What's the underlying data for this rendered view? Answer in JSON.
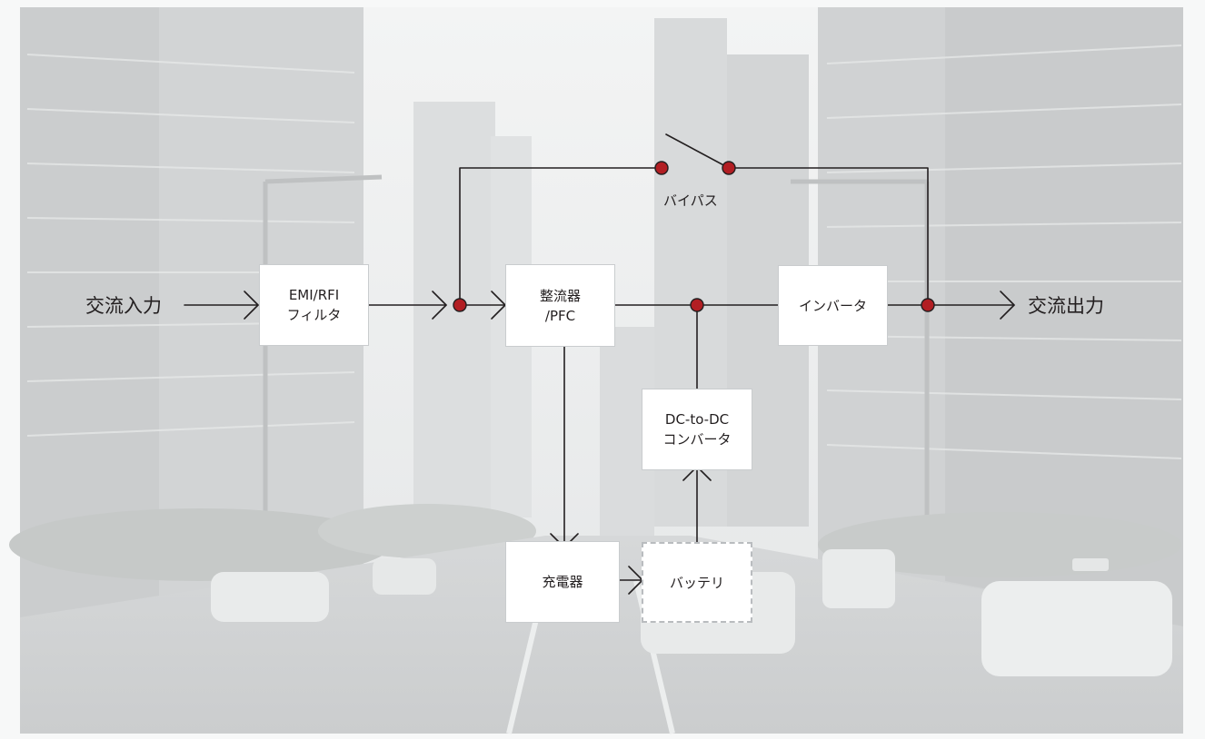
{
  "diagram": {
    "colors": {
      "line": "#231f20",
      "node": "#b21e23",
      "box_fill": "#ffffff",
      "box_border": "#c9ccce"
    },
    "labels": {
      "ac_input": "交流入力",
      "ac_output": "交流出力",
      "bypass": "バイパス"
    },
    "blocks": {
      "emi_filter": {
        "line1": "EMI/RFI",
        "line2": "フィルタ"
      },
      "rectifier": {
        "line1": "整流器",
        "line2": "/PFC"
      },
      "inverter": {
        "label": "インバータ"
      },
      "dcdc": {
        "line1": "DC-to-DC",
        "line2": "コンバータ"
      },
      "charger": {
        "label": "充電器"
      },
      "battery": {
        "label": "バッテリ"
      }
    }
  }
}
